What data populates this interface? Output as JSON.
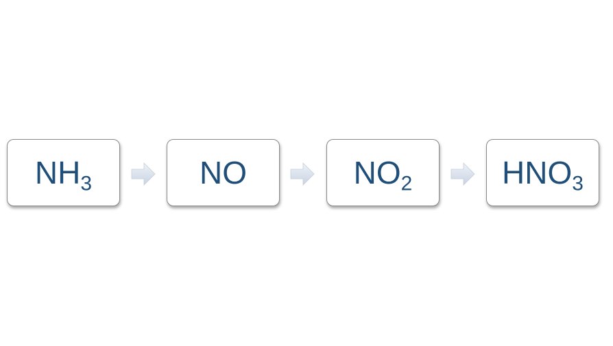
{
  "steps": [
    {
      "main": "NH",
      "sub": "3"
    },
    {
      "main": "NO",
      "sub": ""
    },
    {
      "main": "NO",
      "sub": "2"
    },
    {
      "main": "HNO",
      "sub": "3"
    }
  ],
  "colors": {
    "text": "#1f4e79",
    "box_border": "#8a8a8a",
    "arrow_fill": "#dbe3ef"
  },
  "icons": {
    "connector": "right-arrow-icon"
  }
}
